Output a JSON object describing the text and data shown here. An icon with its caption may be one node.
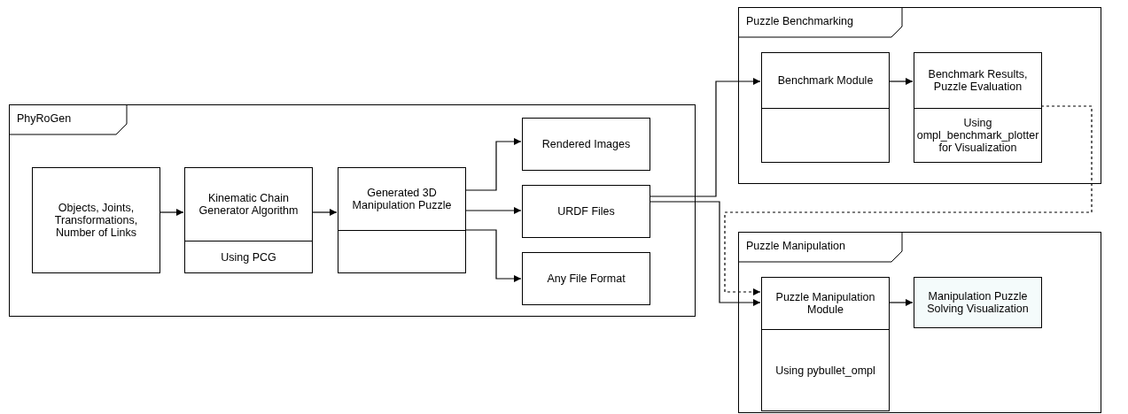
{
  "diagram": {
    "nodes": [
      {
        "text": [
          "PhyRoGen"
        ]
      },
      {
        "text": [
          "Objects, Joints, Transformations, Number of Links"
        ],
        "in": 0
      },
      {
        "text": [
          "Kinematic Chain Generator Algorithm",
          "Using PCG"
        ],
        "in": 0
      },
      {
        "text": [
          "Generated 3D Manipulation Puzzle"
        ],
        "in": 0
      },
      {
        "text": [
          "Rendered Images"
        ],
        "in": 0
      },
      {
        "text": [
          "URDF Files"
        ],
        "in": 0
      },
      {
        "text": [
          "Any File Format"
        ],
        "in": 0
      },
      {
        "text": [
          "Puzzle Benchmarking"
        ]
      },
      {
        "text": [
          "Benchmark Module"
        ],
        "in": 7
      },
      {
        "text": [
          "Benchmark Results, Puzzle Evaluation",
          "Using ompl_benchmark_plotter for Visualization"
        ],
        "in": 7
      },
      {
        "text": [
          "Puzzle Manipulation"
        ]
      },
      {
        "text": [
          "Puzzle Manipulation Module",
          "Using pybullet_ompl"
        ],
        "in": 10
      },
      {
        "text": [
          "Manipulation Puzzle Solving Visualization"
        ],
        "in": 10
      }
    ],
    "edges": [
      {
        "from": 1,
        "to": 2,
        "arrow": "to"
      },
      {
        "from": 2,
        "to": 3,
        "arrow": "to"
      },
      {
        "from": 3,
        "to": 4,
        "arrow": "to"
      },
      {
        "from": 3,
        "to": 5,
        "arrow": "to"
      },
      {
        "from": 3,
        "to": 6,
        "arrow": "to"
      },
      {
        "from": 5,
        "to": 8,
        "arrow": "to"
      },
      {
        "from": 5,
        "to": 11,
        "arrow": "to"
      },
      {
        "from": 8,
        "to": 9,
        "arrow": "to"
      },
      {
        "from": 9,
        "to": 11,
        "arrow": "to",
        "style": "dashed"
      },
      {
        "from": 11,
        "to": 12,
        "arrow": "to"
      }
    ]
  }
}
